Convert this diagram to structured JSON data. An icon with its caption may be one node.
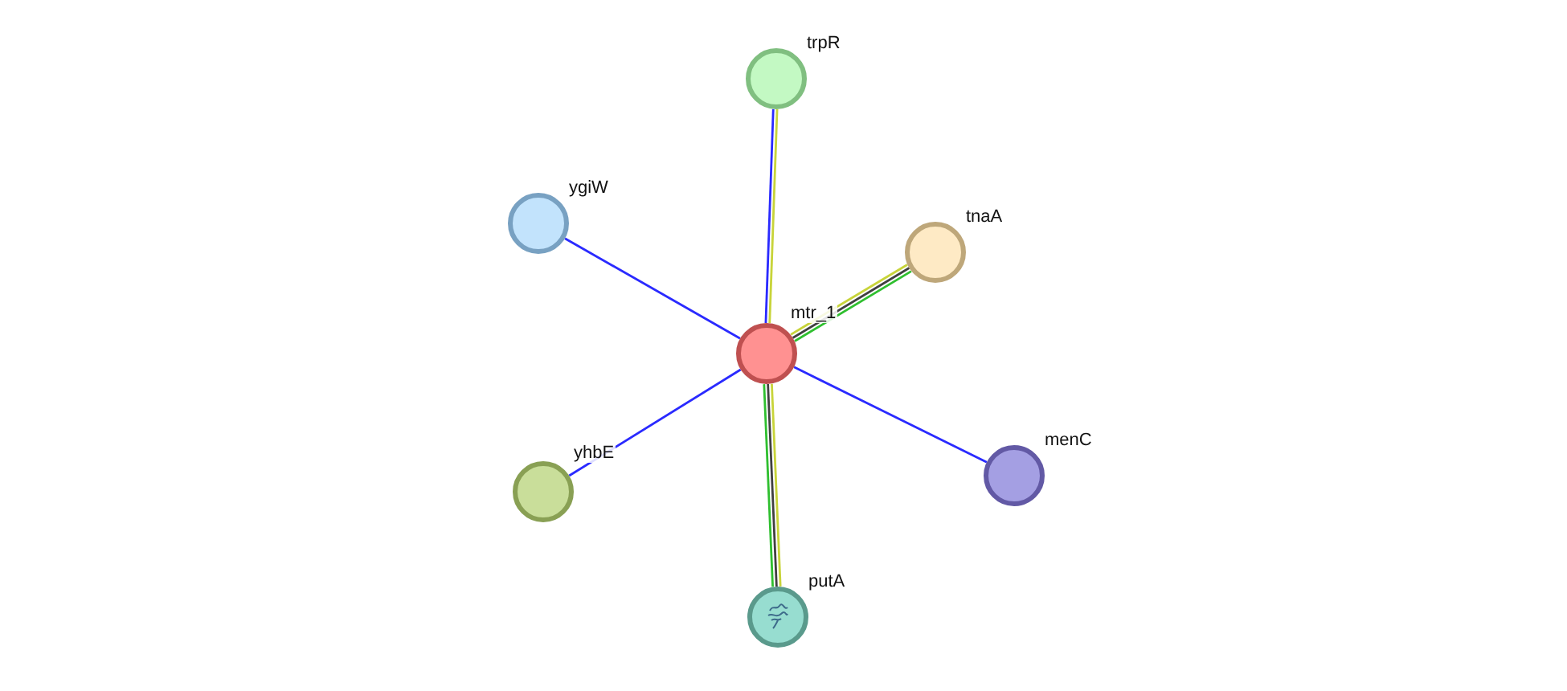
{
  "diagram": {
    "nodes": [
      {
        "text": [],
        "shape": "circle",
        "beside": [
          "trpR"
        ]
      },
      {
        "text": [],
        "shape": "circle",
        "beside": [
          "ygiW"
        ]
      },
      {
        "text": [],
        "shape": "circle",
        "beside": [
          "tnaA"
        ]
      },
      {
        "text": [],
        "shape": "circle",
        "beside": [
          "mtr_1"
        ]
      },
      {
        "text": [],
        "shape": "circle",
        "beside": [
          "menC"
        ]
      },
      {
        "text": [],
        "shape": "circle",
        "beside": [
          "yhbE"
        ]
      },
      {
        "text": [],
        "shape": "circle",
        "beside": [
          "putA"
        ]
      }
    ],
    "edges": [
      {
        "from": 3,
        "to": 0,
        "arrow": "none",
        "color": "#2a2aff"
      },
      {
        "from": 3,
        "to": 0,
        "arrow": "none",
        "color": "#c8d43a"
      },
      {
        "from": 3,
        "to": 1,
        "arrow": "none",
        "color": "#2a2aff"
      },
      {
        "from": 3,
        "to": 2,
        "arrow": "none",
        "color": "#c8d43a"
      },
      {
        "from": 3,
        "to": 2,
        "arrow": "none",
        "color": "#404040"
      },
      {
        "from": 3,
        "to": 2,
        "arrow": "none",
        "color": "#2fbf2f"
      },
      {
        "from": 3,
        "to": 4,
        "arrow": "none",
        "color": "#2a2aff"
      },
      {
        "from": 3,
        "to": 5,
        "arrow": "none",
        "color": "#2a2aff"
      },
      {
        "from": 3,
        "to": 6,
        "arrow": "none",
        "color": "#c8d43a"
      },
      {
        "from": 3,
        "to": 6,
        "arrow": "none",
        "color": "#404040"
      },
      {
        "from": 3,
        "to": 6,
        "arrow": "none",
        "color": "#2fbf2f"
      }
    ]
  }
}
